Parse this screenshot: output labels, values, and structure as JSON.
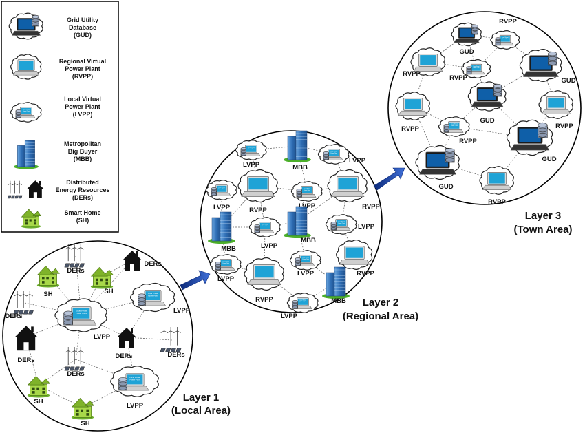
{
  "legend": {
    "items": [
      {
        "icon": "gud-icon",
        "label": [
          "Grid Utility",
          "Database",
          "(GUD)"
        ]
      },
      {
        "icon": "rvpp-icon",
        "label": [
          "Regional Virtual",
          "Power Plant",
          "(RVPP)"
        ]
      },
      {
        "icon": "lvpp-icon",
        "label": [
          "Local Virtual",
          "Power Plant",
          "(LVPP)"
        ]
      },
      {
        "icon": "mbb-icon",
        "label": [
          "Metropolitan",
          "Big Buyer",
          "(MBB)"
        ]
      },
      {
        "icon": "ders-icon",
        "label": [
          "Distributed",
          "Energy Resources",
          "(DERs)"
        ]
      },
      {
        "icon": "smart-home-icon",
        "label": [
          "Smart Home",
          "(SH)"
        ]
      }
    ]
  },
  "layers": [
    {
      "title": "Layer 1",
      "subtitle": "(Local Area)"
    },
    {
      "title": "Layer 2",
      "subtitle": "(Regional Area)"
    },
    {
      "title": "Layer 3",
      "subtitle": "(Town Area)"
    }
  ],
  "abbr": {
    "gud": "GUD",
    "rvpp": "RVPP",
    "lvpp": "LVPP",
    "mbb": "MBB",
    "ders": "DERs",
    "sh": "SH"
  },
  "screen_text": [
    "Local Virtual",
    "Power Plant"
  ],
  "colors": {
    "screen": "#1fa3d6",
    "screen_dark": "#0f5fa8",
    "building": "#3b7fc4",
    "grass": "#4caf2a",
    "home": "#a8d84a",
    "arrow": "#1b3fa0"
  }
}
